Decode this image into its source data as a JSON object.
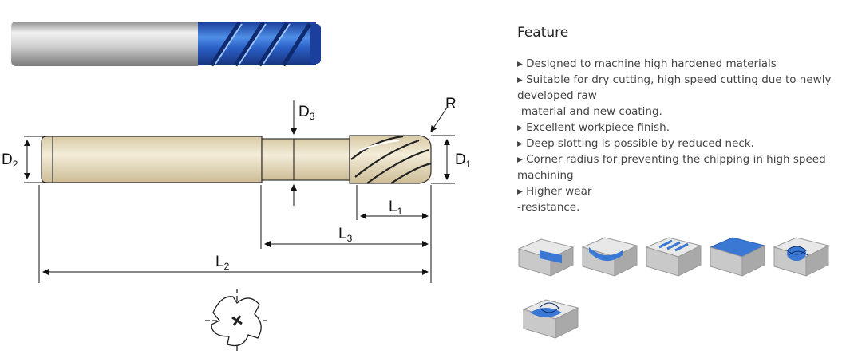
{
  "drawing": {
    "labels": {
      "D3": {
        "main": "D",
        "sub": "3"
      },
      "R": "R",
      "D2": {
        "main": "D",
        "sub": "2"
      },
      "D1": {
        "main": "D",
        "sub": "1"
      },
      "L1": {
        "main": "L",
        "sub": "1"
      },
      "L3": {
        "main": "L",
        "sub": "3"
      },
      "L2": {
        "main": "L",
        "sub": "2"
      }
    }
  },
  "feature": {
    "title": "Feature",
    "items": [
      "▸ Designed to machine high hardened materials",
      "▸ Suitable for dry cutting, high speed cutting due to newly developed raw",
      "-material and new coating.",
      "▸ Excellent workpiece finish.",
      "▸ Deep slotting is possible by reduced neck.",
      "▸ Corner radius for preventing the chipping in high speed machining",
      "▸ Higher wear",
      "-resistance."
    ]
  },
  "colors": {
    "coating": "#2f6fd6",
    "body": "#e9dfc6",
    "shank": "#c9c9c9",
    "block": "#cfcfcf",
    "accent": "#3a78d4"
  },
  "icons": [
    "shoulder-milling-icon",
    "pocket-milling-icon",
    "slotting-icon",
    "face-milling-icon",
    "helical-milling-icon",
    "ramping-icon"
  ]
}
